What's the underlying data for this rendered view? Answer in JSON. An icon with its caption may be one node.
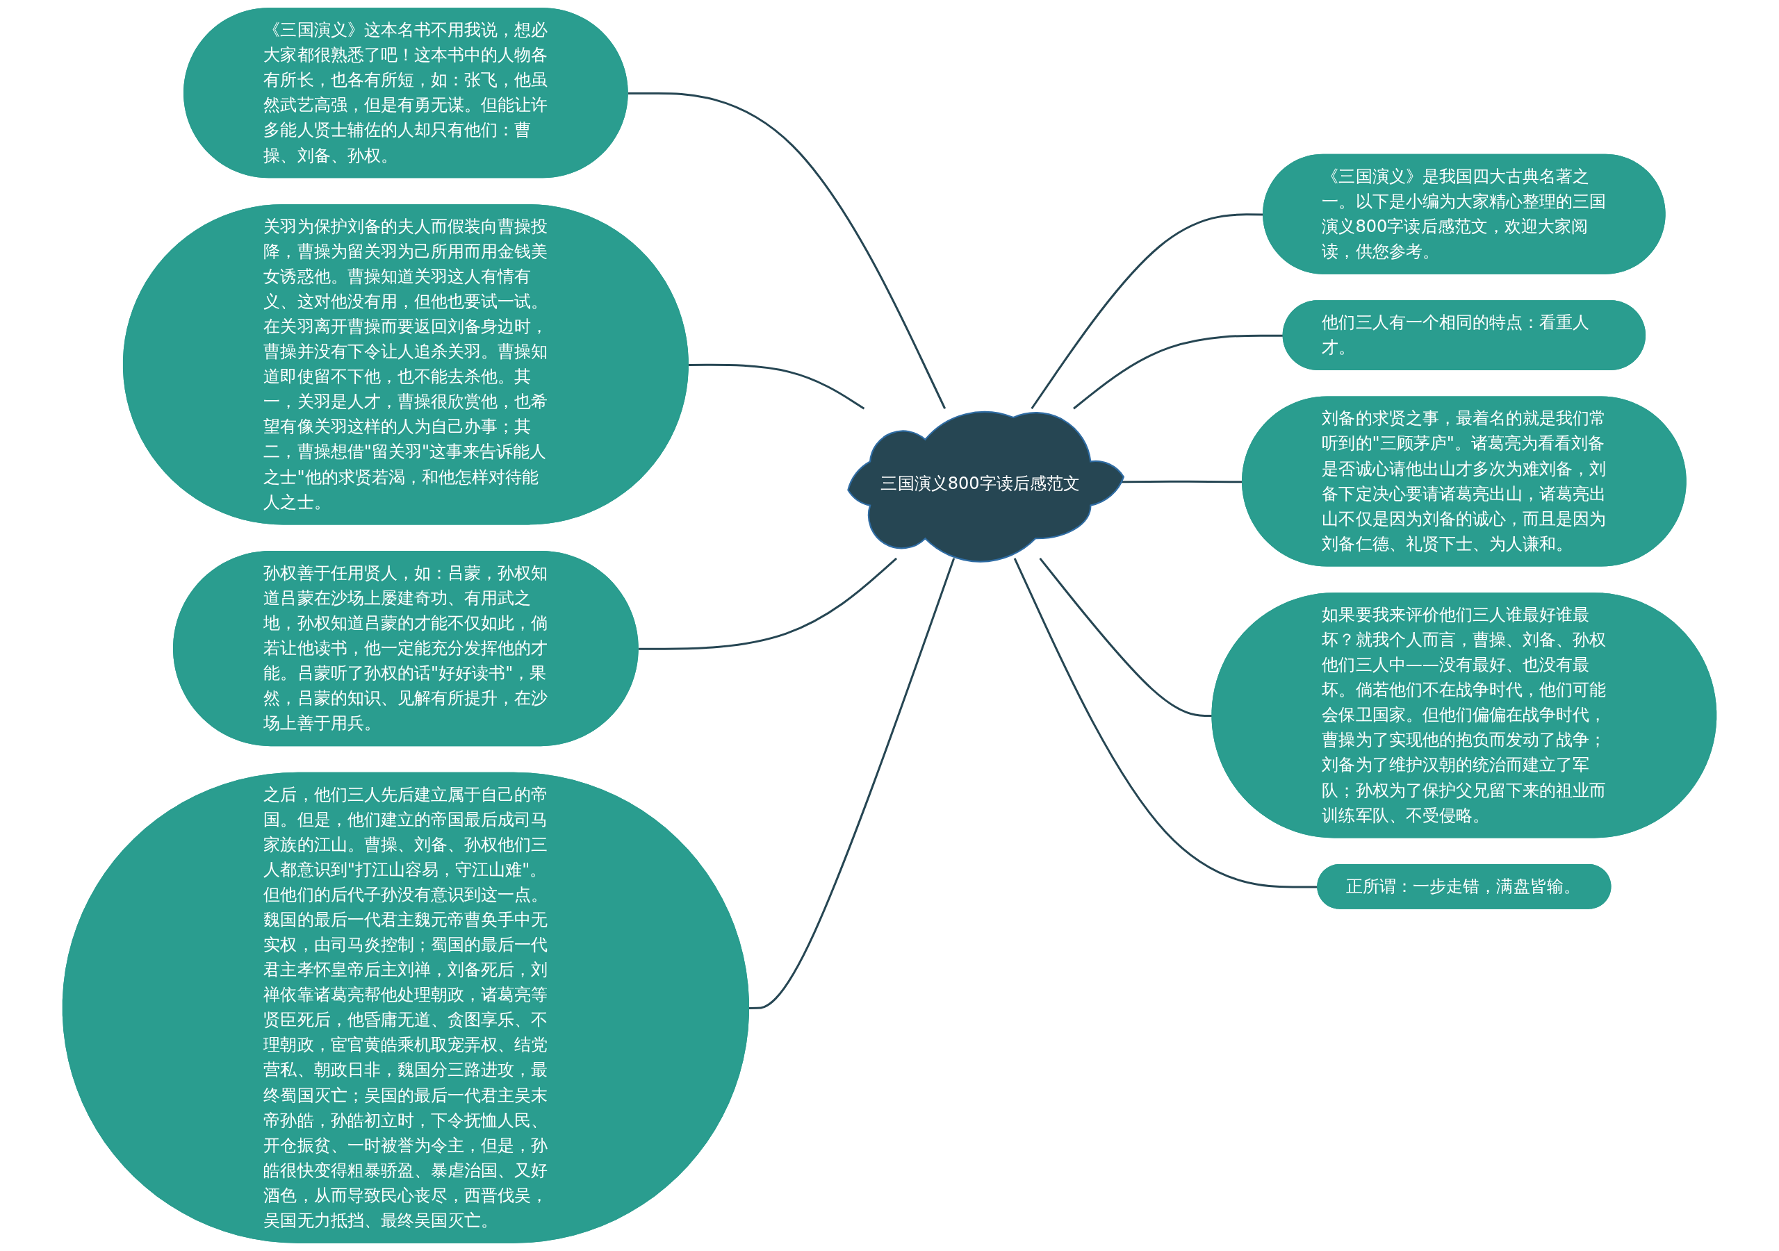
{
  "diagram": {
    "nodes": [
      {
        "text": [
          "三国演义800字读后感范文"
        ]
      },
      {
        "text": [
          "《三国演义》这本名书不用我说，想必大家都很熟悉了吧！这本书中的人物各有所长，也各有所短，如：张飞，他虽然武艺高强，但是有勇无谋。但能让许多能人贤士辅佐的人却只有他们：曹操、刘备、孙权。"
        ]
      },
      {
        "text": [
          "关羽为保护刘备的夫人而假装向曹操投降，曹操为留关羽为己所用而用金钱美女诱惑他。曹操知道关羽这人有情有义、这对他没有用，但他也要试一试。在关羽离开曹操而要返回刘备身边时，曹操并没有下令让人追杀关羽。曹操知道即使留不下他，也不能去杀他。其一，关羽是人才，曹操很欣赏他，也希望有像关羽这样的人为自己办事；其二，曹操想借\"留关羽\"这事来告诉能人之士\"他的求贤若渴，和他怎样对待能人之士。"
        ]
      },
      {
        "text": [
          "孙权善于任用贤人，如：吕蒙，孙权知道吕蒙在沙场上屡建奇功、有用武之地，孙权知道吕蒙的才能不仅如此，倘若让他读书，他一定能充分发挥他的才能。吕蒙听了孙权的话\"好好读书\"，果然，吕蒙的知识、见解有所提升，在沙场上善于用兵。"
        ]
      },
      {
        "text": [
          "之后，他们三人先后建立属于自己的帝国。但是，他们建立的帝国最后成司马家族的江山。曹操、刘备、孙权他们三人都意识到\"打江山容易，守江山难\"。但他们的后代子孙没有意识到这一点。魏国的最后一代君主魏元帝曹奂手中无实权，由司马炎控制；蜀国的最后一代君主孝怀皇帝后主刘禅，刘备死后，刘禅依靠诸葛亮帮他处理朝政，诸葛亮等贤臣死后，他昏庸无道、贪图享乐、不理朝政，宦官黄皓乘机取宠弄权、结党营私、朝政日非，魏国分三路进攻，最终蜀国灭亡；吴国的最后一代君主吴末帝孙皓，孙皓初立时，下令抚恤人民、开仓振贫、一时被誉为令主，但是，孙皓很快变得粗暴骄盈、暴虐治国、又好酒色，从而导致民心丧尽，西晋伐吴，吴国无力抵挡、最终吴国灭亡。"
        ]
      },
      {
        "text": [
          "《三国演义》是我国四大古典名著之一。以下是小编为大家精心整理的三国演义800字读后感范文，欢迎大家阅读，供您参考。"
        ]
      },
      {
        "text": [
          "他们三人有一个相同的特点：看重人才。"
        ]
      },
      {
        "text": [
          "刘备的求贤之事，最着名的就是我们常听到的\"三顾茅庐\"。诸葛亮为看看刘备是否诚心请他出山才多次为难刘备，刘备下定决心要请诸葛亮出山，诸葛亮出山不仅是因为刘备的诚心，而且是因为刘备仁德、礼贤下士、为人谦和。"
        ]
      },
      {
        "text": [
          "如果要我来评价他们三人谁最好谁最坏？就我个人而言，曹操、刘备、孙权他们三人中——没有最好、也没有最坏。倘若他们不在战争时代，他们可能会保卫国家。但他们偏偏在战争时代，曹操为了实现他的抱负而发动了战争；刘备为了维护汉朝的统治而建立了军队；孙权为了保护父兄留下来的祖业而训练军队、不受侵略。"
        ]
      },
      {
        "text": [
          "正所谓：一步走错，满盘皆输。"
        ]
      }
    ],
    "edges": [
      {
        "from": 1,
        "to": 0,
        "arrow": "none"
      },
      {
        "from": 2,
        "to": 0,
        "arrow": "none"
      },
      {
        "from": 3,
        "to": 0,
        "arrow": "none"
      },
      {
        "from": 4,
        "to": 0,
        "arrow": "none"
      },
      {
        "from": 0,
        "to": 5,
        "arrow": "none"
      },
      {
        "from": 0,
        "to": 6,
        "arrow": "none"
      },
      {
        "from": 0,
        "to": 7,
        "arrow": "none"
      },
      {
        "from": 0,
        "to": 8,
        "arrow": "none"
      },
      {
        "from": 0,
        "to": 9,
        "arrow": "none"
      }
    ]
  }
}
